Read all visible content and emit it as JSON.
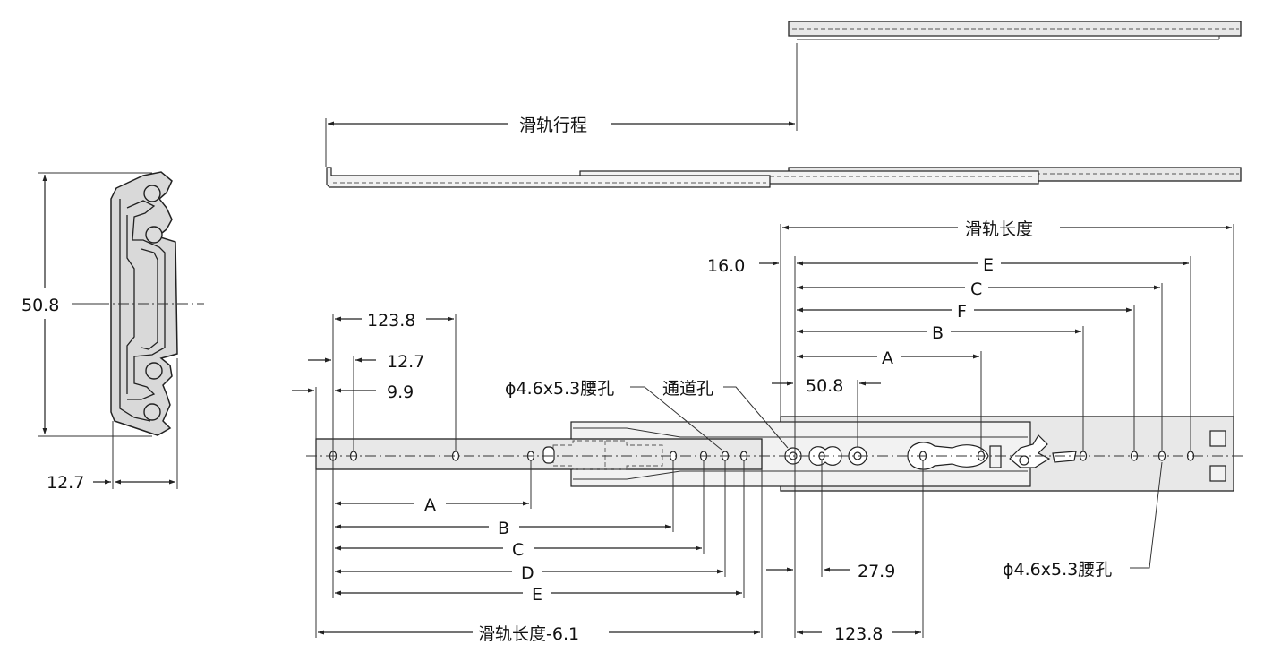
{
  "labels": {
    "height": "50.8",
    "side_width": "12.7",
    "travel": "滑轨行程",
    "rail_length": "滑轨长度",
    "rail_length_minus": "滑轨长度-6.1",
    "offset_16": "16.0",
    "pitch_123_8_top": "123.8",
    "pitch_123_8_bottom": "123.8",
    "d_12_7": "12.7",
    "d_9_9": "9.9",
    "d_50_8": "50.8",
    "d_27_9": "27.9",
    "slot_left": "ϕ4.6x5.3腰孔",
    "slot_right": "ϕ4.6x5.3腰孔",
    "access_hole": "通道孔",
    "letters": {
      "A": "A",
      "B": "B",
      "C": "C",
      "D": "D",
      "E": "E",
      "F": "F"
    }
  }
}
